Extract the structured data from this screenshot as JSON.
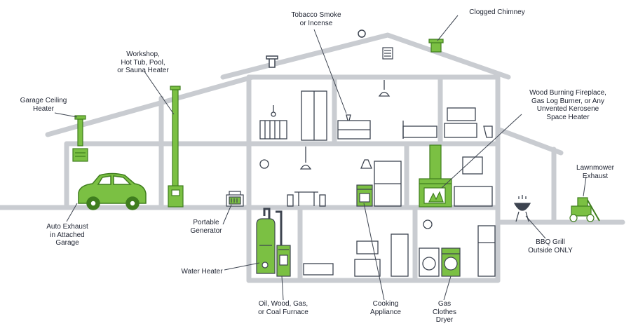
{
  "colors": {
    "wall": "#c9ccd1",
    "wall_dark": "#9aa0a6",
    "icon": "#3d4450",
    "accent": "#7bc043",
    "accent_dark": "#3f7d1e",
    "text": "#1d2230"
  },
  "labels": {
    "tobacco": [
      "Tobacco Smoke",
      "or Incense"
    ],
    "chimney": [
      "Clogged Chimney"
    ],
    "workshop": [
      "Workshop,",
      "Hot Tub, Pool,",
      "or Sauna Heater"
    ],
    "garage_heater": [
      "Garage Ceiling",
      "Heater"
    ],
    "fireplace": [
      "Wood Burning Fireplace,",
      "Gas Log Burner, or Any",
      "Unvented Kerosene",
      "Space Heater"
    ],
    "lawnmower": [
      "Lawnmower",
      "Exhaust"
    ],
    "auto": [
      "Auto Exhaust",
      "in Attached",
      "Garage"
    ],
    "generator": [
      "Portable",
      "Generator"
    ],
    "water_heater": [
      "Water Heater"
    ],
    "furnace": [
      "Oil, Wood, Gas,",
      "or Coal Furnace"
    ],
    "cooking": [
      "Cooking",
      "Appliance"
    ],
    "dryer": [
      "Gas",
      "Clothes",
      "Dryer"
    ],
    "bbq": [
      "BBQ Grill",
      "Outside ONLY"
    ]
  }
}
